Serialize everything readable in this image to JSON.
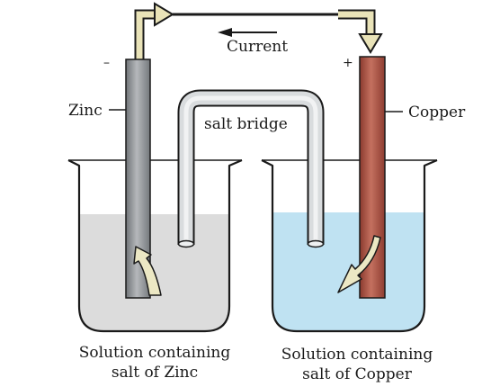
{
  "labels": {
    "current": "Current",
    "zinc": "Zinc",
    "copper": "Copper",
    "salt_bridge": "salt bridge",
    "negative": "–",
    "positive": "+"
  },
  "captions": {
    "left_line1": "Solution containing",
    "left_line2": "salt of Zinc",
    "right_line1": "Solution containing",
    "right_line2": "salt of Copper"
  },
  "colors": {
    "zinc_rod": "#8e9296",
    "copper_rod": "#a84e40",
    "zinc_solution": "#dcdcdc",
    "copper_solution": "#bfe2f2",
    "salt_bridge": "#d4d8da",
    "wire_arrow": "#e9e3b8",
    "flow_arrow": "#ece8c4"
  }
}
